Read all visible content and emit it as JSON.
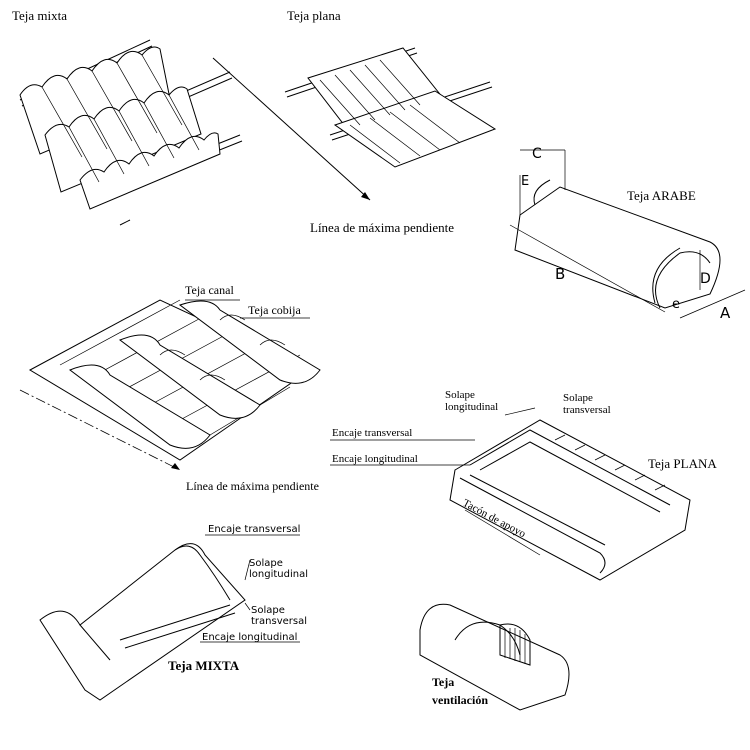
{
  "labels": {
    "teja_mixta_title": "Teja mixta",
    "teja_plana_title": "Teja plana",
    "linea_maxima_1": "Línea de máxima pendiente",
    "teja_arabe": "Teja ARABE",
    "dim_c": "C",
    "dim_e_upper": "E",
    "dim_b": "B",
    "dim_d": "D",
    "dim_e_lower": "e",
    "dim_a": "A",
    "teja_canal": "Teja canal",
    "teja_cobija": "Teja cobija",
    "linea_maxima_2": "Línea de máxima pendiente",
    "solape_longitudinal_1": "Solape",
    "solape_longitudinal_2": "longitudinal",
    "solape_transversal_1": "Solape",
    "solape_transversal_2": "transversal",
    "encaje_transversal": "Encaje transversal",
    "encaje_longitudinal": "Encaje longitudinal",
    "teja_plana_caps": "Teja PLANA",
    "tacon_apoyo": "Tacón de apoyo",
    "mixta_encaje_transversal": "Encaje transversal",
    "mixta_solape_long_1": "Solape",
    "mixta_solape_long_2": "longitudinal",
    "mixta_solape_trans_1": "Solape",
    "mixta_solape_trans_2": "transversal",
    "mixta_encaje_longitudinal": "Encaje longitudinal",
    "teja_mixta_caps": "Teja MIXTA",
    "teja_ventilacion_1": "Teja",
    "teja_ventilacion_2": "ventilación"
  }
}
